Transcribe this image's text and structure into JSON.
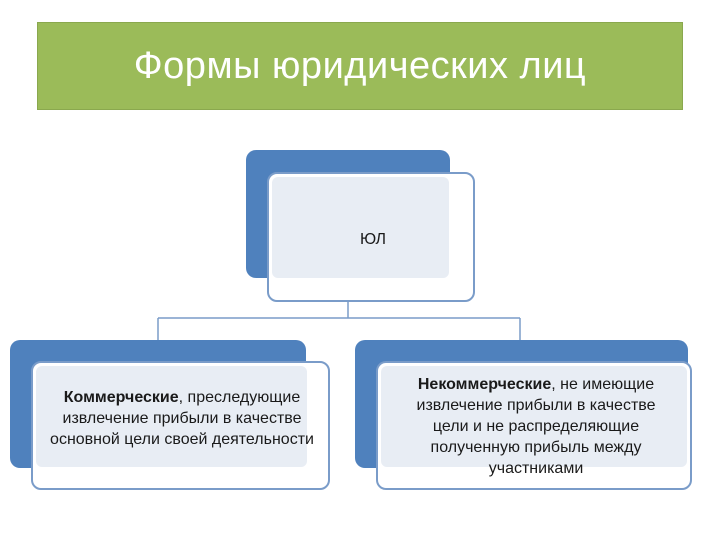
{
  "title": "Формы юридических лиц",
  "root": {
    "label": "ЮЛ"
  },
  "children": [
    {
      "term": "Коммерческие",
      "description": ", преследующие извлечение прибыли в качестве основной цели своей деятельности"
    },
    {
      "term": "Некоммерческие",
      "description": ", не имеющие извлечение прибыли в качестве цели и не распределяющие полученную прибыль между участниками"
    }
  ],
  "colors": {
    "title_bg": "#9bbb59",
    "box_back": "#4f81bd",
    "box_border": "#7a9cc9",
    "connector": "#7a9cc9"
  }
}
